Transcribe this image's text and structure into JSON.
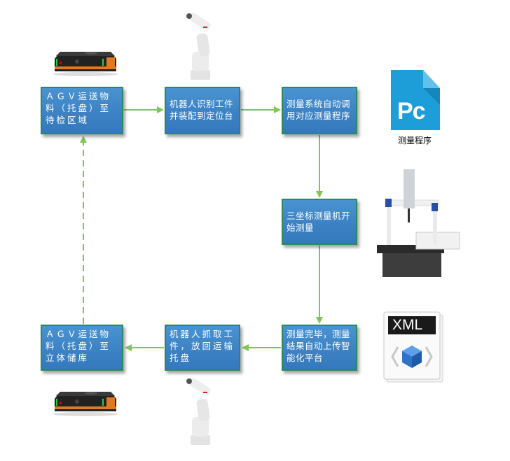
{
  "steps": [
    {
      "id": "agv-to-inspection",
      "text": "ＡＧＶ运送物料（托盘）至待检区域"
    },
    {
      "id": "robot-identify",
      "text": "机器人识别工件并装配到定位台"
    },
    {
      "id": "auto-call-program",
      "text": "测量系统自动调用对应测量程序"
    },
    {
      "id": "cmm-start",
      "text": "三坐标测量机开始测量"
    },
    {
      "id": "upload-results",
      "text": "测量完毕，测量结果自动上传智能化平台"
    },
    {
      "id": "robot-return",
      "text": "机器人抓取工件，放回运输托盘"
    },
    {
      "id": "agv-to-storage",
      "text": "ＡＧＶ运送物料（托盘）至立体储库"
    }
  ],
  "images": {
    "program_file": {
      "badge": "Pc",
      "caption": "测量程序"
    },
    "xml_file": {
      "badge": "XML"
    }
  },
  "colors": {
    "box_fill": "#3c82c4",
    "box_border": "#2a8a5a",
    "arrow": "#7ec850",
    "pc_icon": "#1e9ed8"
  }
}
